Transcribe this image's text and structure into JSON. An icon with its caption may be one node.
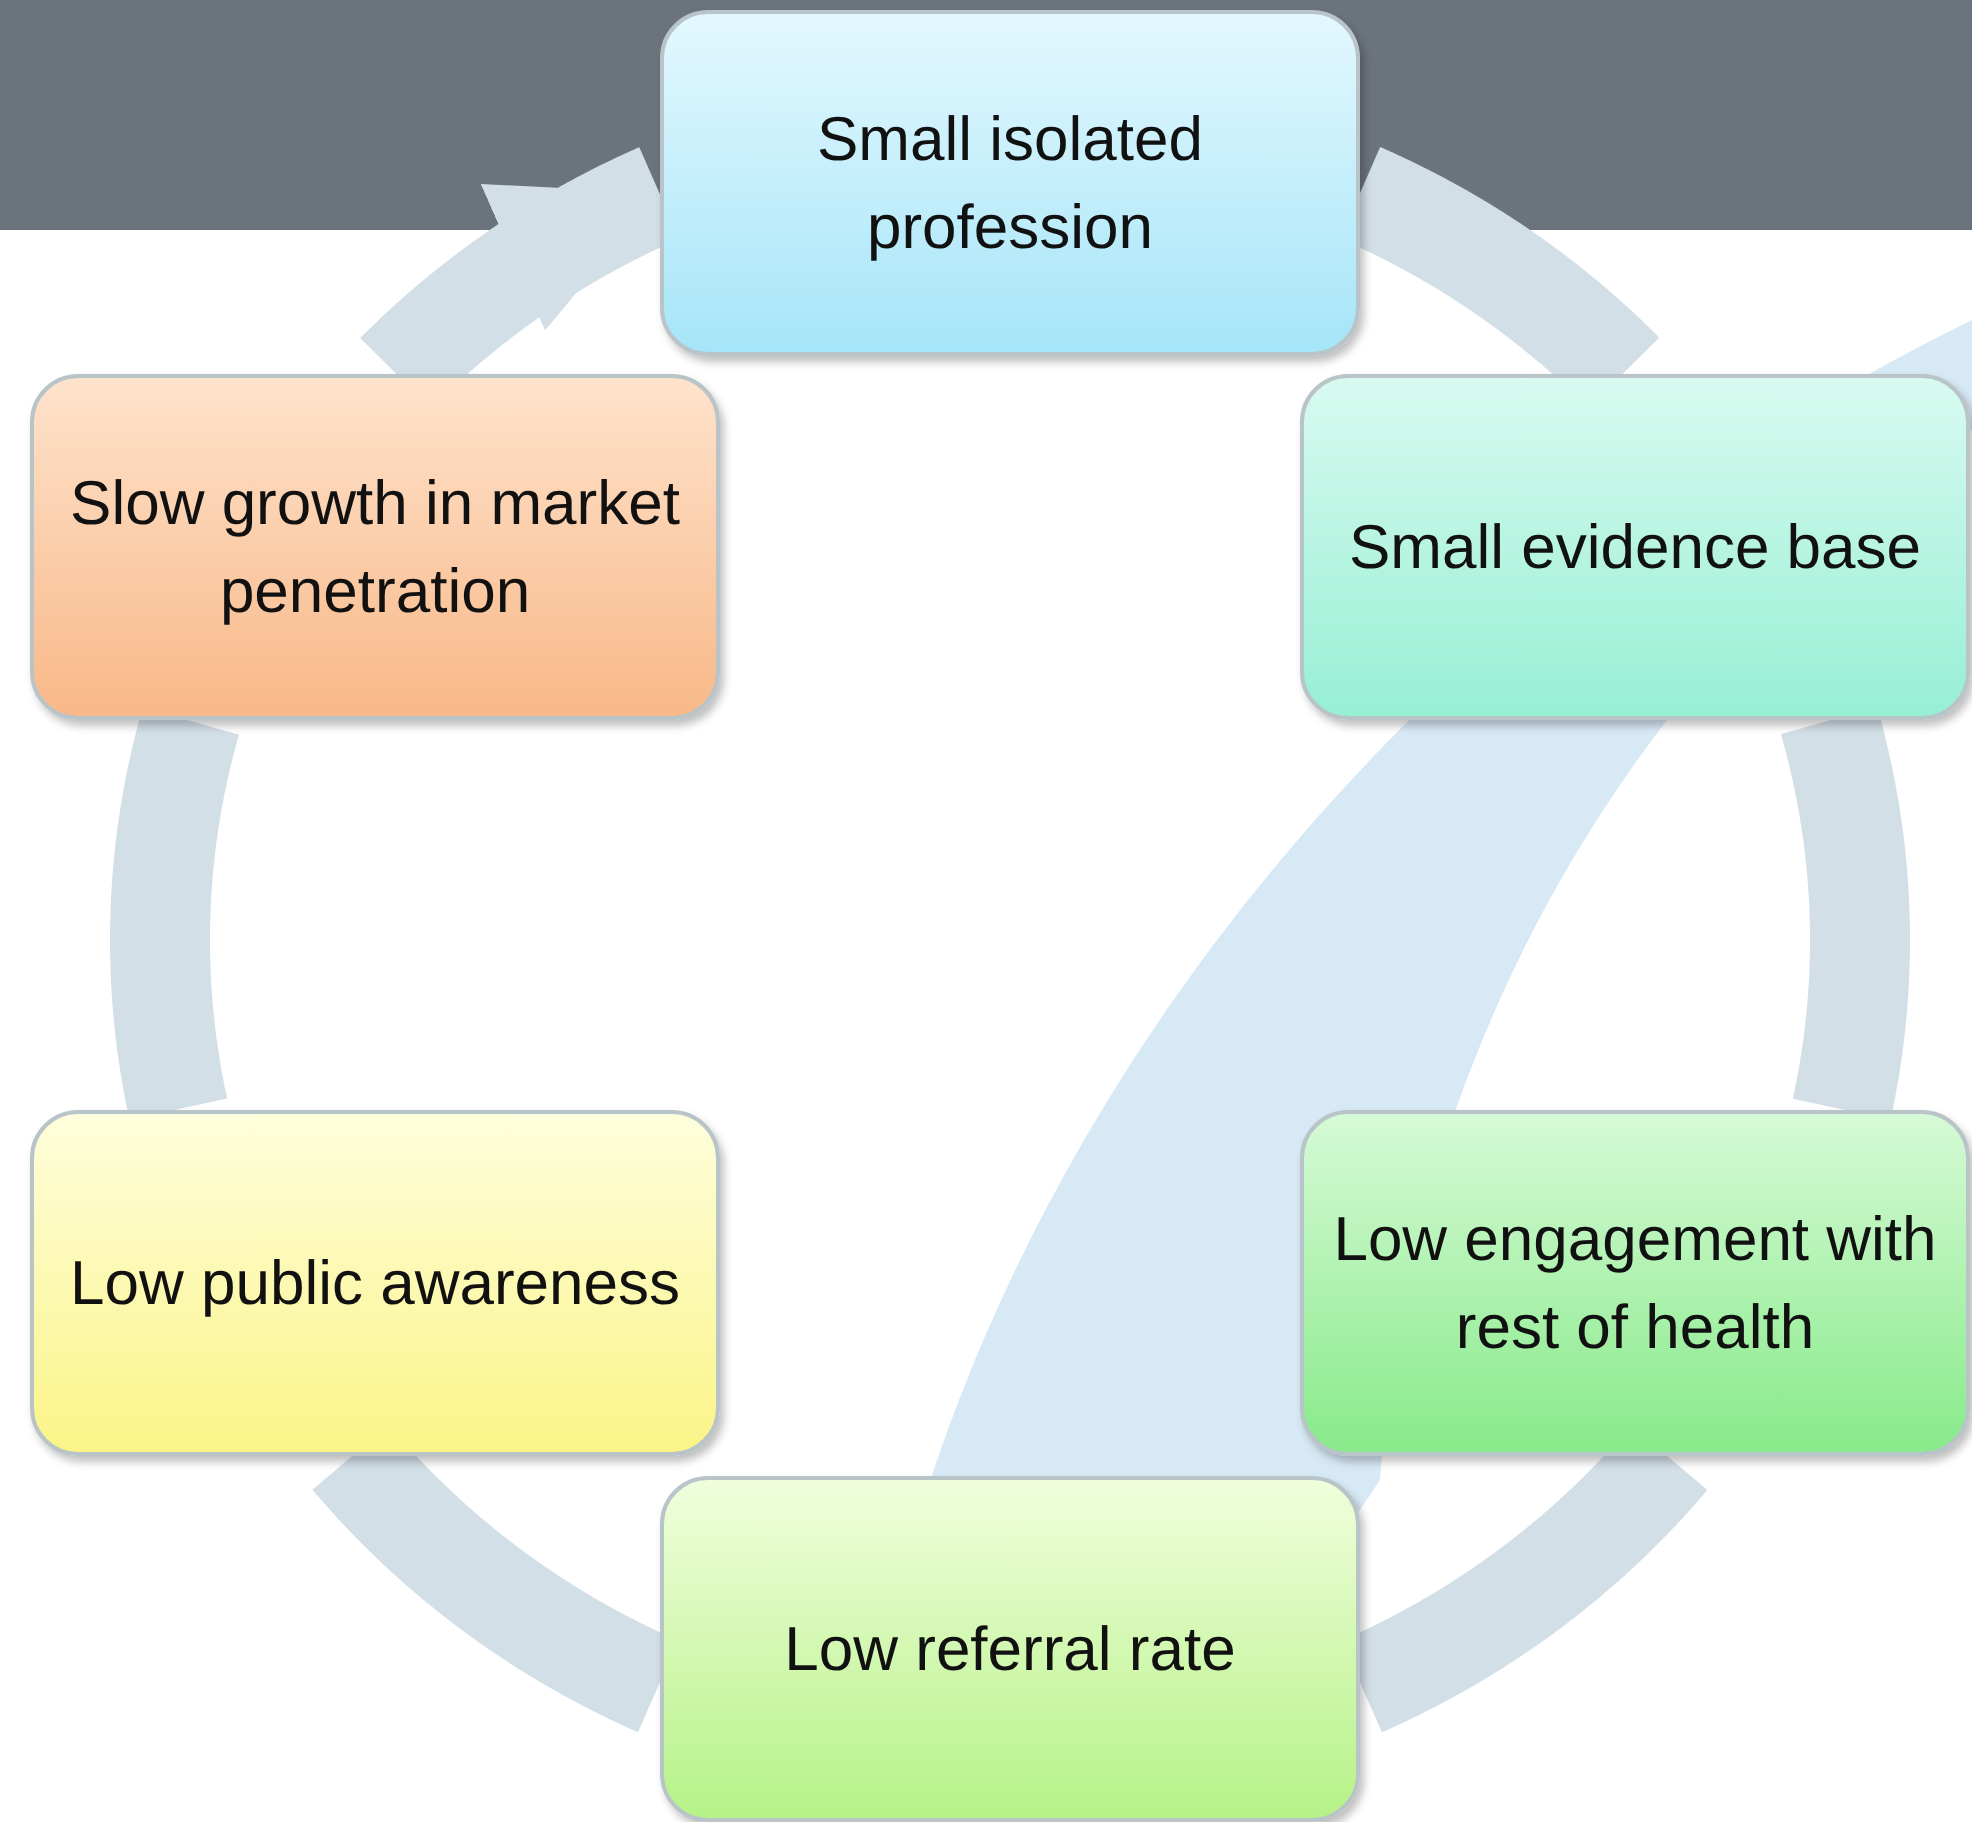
{
  "diagram": {
    "nodes": [
      {
        "text": [
          "Small isolated profession"
        ]
      },
      {
        "text": [
          "Small evidence base"
        ]
      },
      {
        "text": [
          "Low engagement with rest of health"
        ]
      },
      {
        "text": [
          "Low referral rate"
        ]
      },
      {
        "text": [
          "Low public awareness"
        ]
      },
      {
        "text": [
          "Slow growth in market penetration"
        ]
      }
    ],
    "edges": [
      {
        "from": 0,
        "to": 1,
        "arrow": "none"
      },
      {
        "from": 1,
        "to": 2,
        "arrow": "none"
      },
      {
        "from": 2,
        "to": 3,
        "arrow": "none"
      },
      {
        "from": 3,
        "to": 4,
        "arrow": "none"
      },
      {
        "from": 4,
        "to": 5,
        "arrow": "none"
      },
      {
        "from": 5,
        "to": 0,
        "arrow": "to"
      }
    ]
  }
}
